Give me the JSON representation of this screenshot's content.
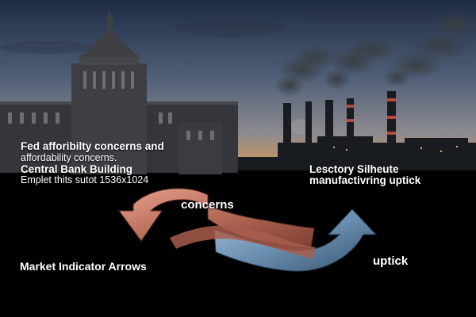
{
  "scene": {
    "building_text_line1": "Fed afforibilty concerns  and",
    "building_text_line2": "affordability concerns.",
    "building_caption_title": "Central Bank Building",
    "building_caption_sub": "Emplet thits sutot 1536x1024",
    "factory_caption_line1": "Lesctory Silheute",
    "factory_caption_line2": "manufactivring uptick",
    "arrow_label_left": "concerns",
    "arrow_label_right": "uptick",
    "arrows_caption": "Market Indicator Arrows"
  },
  "colors": {
    "sky_top": "#1d2b44",
    "sky_mid": "#5c6d85",
    "sky_horizon": "#d49a5a",
    "silhouette": "#16191e",
    "ground": "#000000",
    "arrow_copper": "#c47866",
    "arrow_steel": "#6f93b4",
    "text": "#ffffff"
  }
}
